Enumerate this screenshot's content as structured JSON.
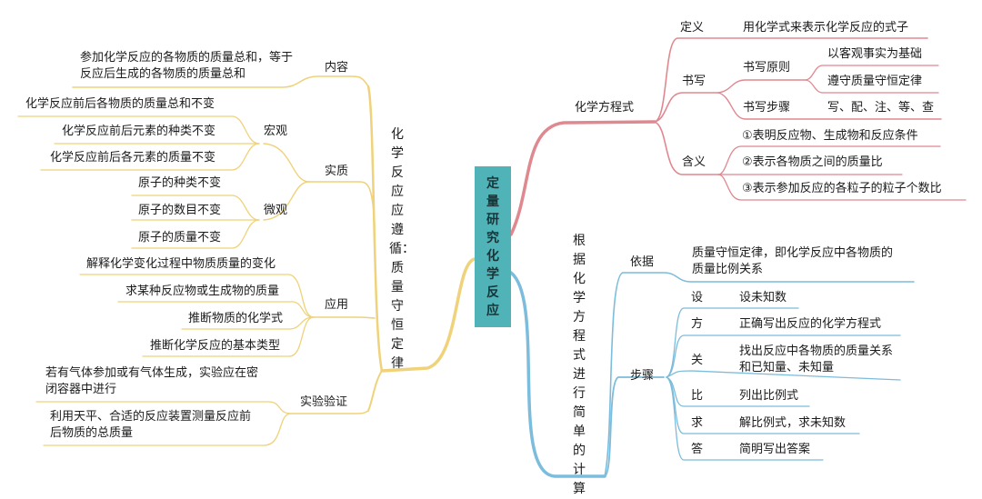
{
  "root": {
    "label": "定量研究化学反应",
    "color": "#4fb3b8"
  },
  "colors": {
    "left_branch": "#efd27a",
    "top_right_branch": "#e08890",
    "bottom_right_branch": "#7cbcdc"
  },
  "left": {
    "title": "化学反应应遵循：质量守恒定律",
    "content": {
      "label": "内容",
      "text": "参加化学反应的各物质的质量总和，等于反应后生成的各物质的质量总和"
    },
    "essence": {
      "label": "实质",
      "macro": {
        "label": "宏观",
        "items": [
          "化学反应前后各物质的质量总和不变",
          "化学反应前后元素的种类不变",
          "化学反应前后各元素的质量不变"
        ]
      },
      "micro": {
        "label": "微观",
        "items": [
          "原子的种类不变",
          "原子的数目不变",
          "原子的质量不变"
        ]
      }
    },
    "application": {
      "label": "应用",
      "items": [
        "解释化学变化过程中物质质量的变化",
        "求某种反应物或生成物的质量",
        "推断物质的化学式",
        "推断化学反应的基本类型"
      ]
    },
    "experiment": {
      "label": "实验验证",
      "items": [
        "若有气体参加或有气体生成，实验应在密闭容器中进行",
        "利用天平、合适的反应装置测量反应前后物质的总质量"
      ]
    }
  },
  "right_top": {
    "title": "化学方程式",
    "definition": {
      "label": "定义",
      "text": "用化学式来表示化学反应的式子"
    },
    "writing": {
      "label": "书写",
      "principles": {
        "label": "书写原则",
        "items": [
          "以客观事实为基础",
          "遵守质量守恒定律"
        ]
      },
      "steps": {
        "label": "书写步骤",
        "text": "写、配、注、等、查"
      }
    },
    "meaning": {
      "label": "含义",
      "items": [
        "①表明反应物、生成物和反应条件",
        "②表示各物质之间的质量比",
        "③表示参加反应的各粒子的粒子个数比"
      ]
    }
  },
  "right_bottom": {
    "title": "根据化学方程式进行简单的计算",
    "basis": {
      "label": "依据",
      "text": "质量守恒定律，即化学反应中各物质的质量比例关系"
    },
    "steps": {
      "label": "步骤",
      "items": [
        {
          "key": "设",
          "text": "设未知数"
        },
        {
          "key": "方",
          "text": "正确写出反应的化学方程式"
        },
        {
          "key": "关",
          "text": "找出反应中各物质的质量关系和已知量、未知量"
        },
        {
          "key": "比",
          "text": "列出比例式"
        },
        {
          "key": "求",
          "text": "解比例式，求未知数"
        },
        {
          "key": "答",
          "text": "简明写出答案"
        }
      ]
    }
  }
}
